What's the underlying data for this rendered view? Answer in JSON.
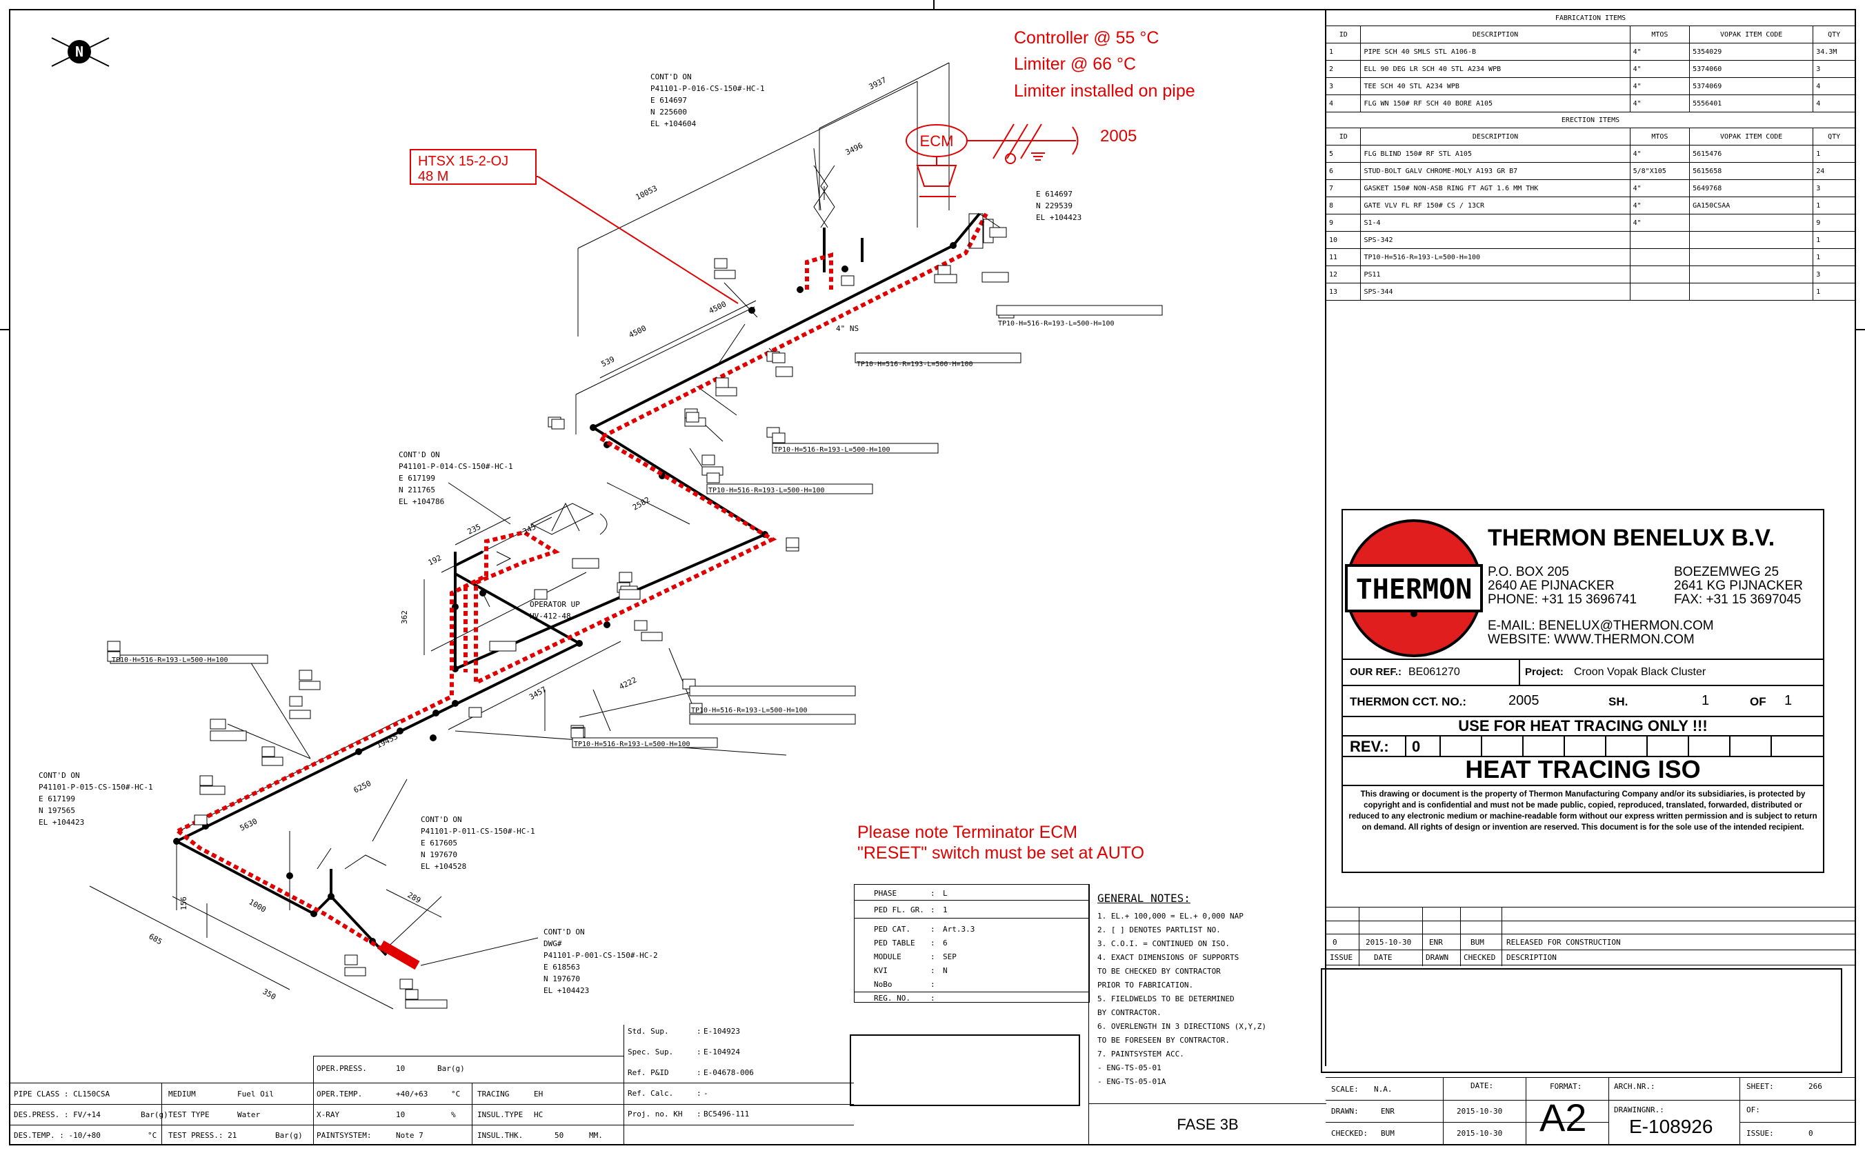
{
  "north_symbol": "N",
  "red_notes": {
    "controller": "Controller @ 55 °C",
    "limiter": "Limiter      @ 66 °C",
    "limiter_pipe": "Limiter installed on pipe",
    "ecm": "ECM",
    "circuit_no": "2005",
    "htsx_1": "HTSX 15-2-OJ",
    "htsx_2": "48 M",
    "terminator_1": "Please note Terminator ECM",
    "terminator_2": "\"RESET\" switch must be set at AUTO"
  },
  "contd": [
    {
      "l1": "CONT'D ON",
      "l2": "P41101-P-016-CS-150#-HC-1",
      "l3": "E 614697",
      "l4": "N 225600",
      "l5": "EL +104604"
    },
    {
      "l1": "CONT'D ON",
      "l2": "P41101-P-014-CS-150#-HC-1",
      "l3": "E 617199",
      "l4": "N 211765",
      "l5": "EL +104786"
    },
    {
      "l1": "CONT'D ON",
      "l2": "P41101-P-015-CS-150#-HC-1",
      "l3": "E 617199",
      "l4": "N 197565",
      "l5": "EL +104423"
    },
    {
      "l1": "CONT'D ON",
      "l2": "P41101-P-011-CS-150#-HC-1",
      "l3": "E 617605",
      "l4": "N 197670",
      "l5": "EL +104528"
    },
    {
      "l1": "CONT'D ON",
      "l2": "DWG#",
      "l3": "P41101-P-001-CS-150#-HC-2",
      "l4": "E 618563",
      "l5": "N 197670",
      "l6": "EL +104423"
    }
  ],
  "end_coord": {
    "l1": "E 614697",
    "l2": "N 229539",
    "l3": "EL +104423"
  },
  "operator": {
    "l1": "OPERATOR UP",
    "l2": "HV-412-48"
  },
  "dims": [
    "3937",
    "3496",
    "10053",
    "4500",
    "4500",
    "539",
    "2582",
    "3457",
    "4222",
    "19455",
    "6250",
    "5630",
    "192",
    "235",
    "362",
    "1000",
    "289",
    "345",
    "685",
    "156",
    "350"
  ],
  "size_note": "4\" NS",
  "tag_labels": [
    "TP10-H=516-R=193-L=500-H=100",
    "TP10-H=516-R=193-L=500-H=100",
    "TP10-H=516-R=193-L=500-H=100",
    "TP10-H=516-R=193-L=500-H=100",
    "TP10-H=516-R=193-L=500-H=100",
    "TP10-H=516-R=193-L=500-H=100",
    "TP10-H=516-R=193-L=500-H=100"
  ],
  "fab": {
    "title": "FABRICATION ITEMS",
    "headers": [
      "ID",
      "DESCRIPTION",
      "MTOS",
      "VOPAK ITEM CODE",
      "QTY"
    ],
    "rows": [
      [
        "1",
        "PIPE SCH 40 SMLS STL A106-B",
        "4\"",
        "5354029",
        "34.3M"
      ],
      [
        "2",
        "ELL 90 DEG LR SCH 40 STL A234 WPB",
        "4\"",
        "5374060",
        "3"
      ],
      [
        "3",
        "TEE SCH 40 STL A234 WPB",
        "4\"",
        "5374069",
        "4"
      ],
      [
        "4",
        "FLG WN 150# RF SCH 40 BORE A105",
        "4\"",
        "5556401",
        "4"
      ]
    ]
  },
  "ere": {
    "title": "ERECTION ITEMS",
    "headers": [
      "ID",
      "DESCRIPTION",
      "MTOS",
      "VOPAK ITEM CODE",
      "QTY"
    ],
    "rows": [
      [
        "5",
        "FLG BLIND 150# RF STL A105",
        "4\"",
        "5615476",
        "1"
      ],
      [
        "6",
        "STUD-BOLT GALV CHROME-MOLY A193 GR B7",
        "5/8\"X105",
        "5615658",
        "24"
      ],
      [
        "7",
        "GASKET 150# NON-ASB RING FT AGT 1.6 MM THK",
        "4\"",
        "5649768",
        "3"
      ],
      [
        "8",
        "GATE VLV FL RF 150# CS / 13CR",
        "4\"",
        "GA150CSAA",
        "1"
      ],
      [
        "9",
        "S1-4",
        "4\"",
        "",
        "9"
      ],
      [
        "10",
        "SPS-342",
        "",
        "",
        "1"
      ],
      [
        "11",
        "TP10-H=516-R=193-L=500-H=100",
        "",
        "",
        "1"
      ],
      [
        "12",
        "PS11",
        "",
        "",
        "3"
      ],
      [
        "13",
        "SPS-344",
        "",
        "",
        "1"
      ]
    ]
  },
  "company": {
    "name": "THERMON BENELUX B.V.",
    "logo": "THERMON",
    "addr1_l1": "P.O. BOX 205",
    "addr1_l2": "2640 AE PIJNACKER",
    "addr1_l3": "PHONE: +31 15 3696741",
    "addr2_l1": "BOEZEMWEG 25",
    "addr2_l2": "2641 KG PIJNACKER",
    "addr2_l3": "FAX: +31 15 3697045",
    "email": "E-MAIL: BENELUX@THERMON.COM",
    "website": "WEBSITE: WWW.THERMON.COM"
  },
  "ref": {
    "our_ref_label": "OUR REF.:",
    "our_ref": "BE061270",
    "project_label": "Project:",
    "project": "Croon Vopak Black Cluster",
    "cct_label": "THERMON CCT. NO.:",
    "cct": "2005",
    "sh_label": "SH.",
    "sh": "1",
    "of_label": "OF",
    "of": "1",
    "use_only": "USE FOR HEAT TRACING ONLY !!!",
    "rev_label": "REV.:",
    "rev": "0",
    "title": "HEAT TRACING ISO",
    "disclaimer": "This drawing or document is the property of Thermon Manufacturing Company and/or its subsidiaries, is protected by copyright and is confidential and must not be made public, copied, reproduced, translated, forwarded, distributed or reduced to any electronic medium or machine-readable form without our express written permission and is subject to return on demand. All rights of design or invention are reserved. This document is for the sole use of the intended recipient."
  },
  "phase": {
    "rows": [
      [
        "PHASE",
        ":",
        "L"
      ],
      [
        "PED FL. GR.",
        ":",
        "1"
      ],
      [
        "PED CAT.",
        ":",
        "Art.3.3"
      ],
      [
        "PED TABLE",
        ":",
        "6"
      ],
      [
        "MODULE",
        ":",
        "SEP"
      ],
      [
        "KVI",
        ":",
        "N"
      ],
      [
        "NoBo",
        ":",
        ""
      ],
      [
        "REG. NO.",
        ":",
        ""
      ]
    ]
  },
  "notes": {
    "title": "GENERAL NOTES:",
    "items": [
      "1.   EL.+ 100,000 = EL.+ 0,000 NAP",
      "2.   [ ] DENOTES PARTLIST NO.",
      "3.   C.O.I. = CONTINUED ON ISO.",
      "4.   EXACT DIMENSIONS OF SUPPORTS",
      "      TO BE CHECKED BY CONTRACTOR",
      "      PRIOR TO FABRICATION.",
      "5.   FIELDWELDS TO BE DETERMINED",
      "      BY CONTRACTOR.",
      "6.   OVERLENGTH IN 3 DIRECTIONS (X,Y,Z)",
      "      TO BE FORESEEN BY CONTRACTOR.",
      "7.   PAINTSYSTEM ACC.",
      "      - ENG-TS-05-01",
      "      - ENG-TS-05-01A"
    ],
    "fase": "FASE 3B"
  },
  "revision": {
    "row": [
      "0",
      "2015-10-30",
      "ENR",
      "BUM",
      "RELEASED FOR CONSTRUCTION"
    ],
    "headers": [
      "ISSUE",
      "DATE",
      "DRAWN",
      "CHECKED",
      "DESCRIPTION"
    ]
  },
  "bottom": {
    "r1": [
      "PIPE CLASS : CL150CSA",
      "MEDIUM",
      "Fuel Oil",
      "OPER.TEMP.",
      "+40/+63",
      "°C",
      "TRACING",
      "EH"
    ],
    "r2": [
      "DES.PRESS. : FV/+14",
      "Bar(g)",
      "TEST TYPE",
      "Water",
      "X-RAY",
      "10",
      "%",
      "INSUL.TYPE",
      "HC"
    ],
    "r3": [
      "DES.TEMP. : -10/+80",
      "°C",
      "TEST PRESS.: 21",
      "Bar(g)",
      "PAINTSYSTEM:",
      "Note 7",
      "INSUL.THK.",
      "50",
      "MM."
    ],
    "oper_press": [
      "OPER.PRESS.",
      "10",
      "Bar(g)"
    ],
    "refs": [
      [
        "Std. Sup.",
        ":",
        "E-104923"
      ],
      [
        "Spec. Sup.",
        ":",
        "E-104924"
      ],
      [
        "Ref. P&ID",
        ":",
        "E-04678-006"
      ],
      [
        "Ref. Calc.",
        ":",
        "-"
      ],
      [
        "Proj. no. KH",
        ":",
        "BC5496-111"
      ]
    ]
  },
  "titleblock": {
    "scale_label": "SCALE:",
    "scale": "N.A.",
    "date_label": "DATE:",
    "drawn_label": "DRAWN:",
    "drawn": "ENR",
    "drawn_date": "2015-10-30",
    "checked_label": "CHECKED:",
    "checked": "BUM",
    "checked_date": "2015-10-30",
    "format_label": "FORMAT:",
    "format": "A2",
    "arch_label": "ARCH.NR.:",
    "sheet_label": "SHEET:",
    "sheet": "266",
    "drawingnr_label": "DRAWINGNR.:",
    "drawingnr": "E-108926",
    "of_label": "OF:",
    "issue_label": "ISSUE:",
    "issue": "0"
  }
}
